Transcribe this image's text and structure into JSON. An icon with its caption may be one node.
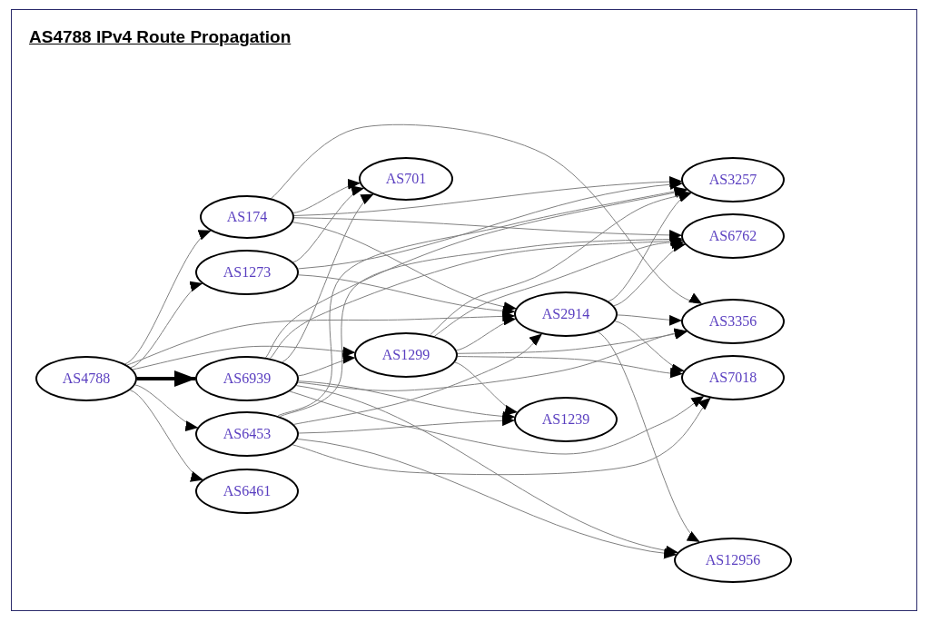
{
  "diagram": {
    "title": "AS4788 IPv4 Route Propagation",
    "nodes": [
      {
        "text": [
          "AS4788"
        ]
      },
      {
        "text": [
          "AS174"
        ]
      },
      {
        "text": [
          "AS1273"
        ]
      },
      {
        "text": [
          "AS701"
        ]
      },
      {
        "text": [
          "AS6939"
        ]
      },
      {
        "text": [
          "AS6453"
        ]
      },
      {
        "text": [
          "AS6461"
        ]
      },
      {
        "text": [
          "AS1299"
        ]
      },
      {
        "text": [
          "AS2914"
        ]
      },
      {
        "text": [
          "AS1239"
        ]
      },
      {
        "text": [
          "AS3257"
        ]
      },
      {
        "text": [
          "AS6762"
        ]
      },
      {
        "text": [
          "AS3356"
        ]
      },
      {
        "text": [
          "AS7018"
        ]
      },
      {
        "text": [
          "AS12956"
        ]
      }
    ],
    "edges": [
      {
        "from": 0,
        "to": 1,
        "arrow": "to"
      },
      {
        "from": 0,
        "to": 2,
        "arrow": "to"
      },
      {
        "from": 0,
        "to": 4,
        "arrow": "to",
        "style": "thick",
        "color": "#000000"
      },
      {
        "from": 0,
        "to": 5,
        "arrow": "to"
      },
      {
        "from": 0,
        "to": 6,
        "arrow": "to"
      },
      {
        "from": 0,
        "to": 7,
        "arrow": "to"
      },
      {
        "from": 0,
        "to": 8,
        "arrow": "to"
      },
      {
        "from": 1,
        "to": 3,
        "arrow": "to"
      },
      {
        "from": 1,
        "to": 10,
        "arrow": "to"
      },
      {
        "from": 1,
        "to": 11,
        "arrow": "to"
      },
      {
        "from": 1,
        "to": 8,
        "arrow": "to"
      },
      {
        "from": 1,
        "to": 12,
        "arrow": "to"
      },
      {
        "from": 2,
        "to": 3,
        "arrow": "to"
      },
      {
        "from": 2,
        "to": 8,
        "arrow": "to"
      },
      {
        "from": 2,
        "to": 10,
        "arrow": "to"
      },
      {
        "from": 4,
        "to": 3,
        "arrow": "to"
      },
      {
        "from": 4,
        "to": 7,
        "arrow": "to"
      },
      {
        "from": 4,
        "to": 10,
        "arrow": "to"
      },
      {
        "from": 4,
        "to": 11,
        "arrow": "to"
      },
      {
        "from": 4,
        "to": 9,
        "arrow": "to"
      },
      {
        "from": 4,
        "to": 12,
        "arrow": "to"
      },
      {
        "from": 4,
        "to": 13,
        "arrow": "to"
      },
      {
        "from": 4,
        "to": 14,
        "arrow": "to"
      },
      {
        "from": 5,
        "to": 8,
        "arrow": "to"
      },
      {
        "from": 5,
        "to": 9,
        "arrow": "to"
      },
      {
        "from": 5,
        "to": 10,
        "arrow": "to"
      },
      {
        "from": 5,
        "to": 11,
        "arrow": "to"
      },
      {
        "from": 5,
        "to": 13,
        "arrow": "to"
      },
      {
        "from": 5,
        "to": 14,
        "arrow": "to"
      },
      {
        "from": 7,
        "to": 8,
        "arrow": "to"
      },
      {
        "from": 7,
        "to": 12,
        "arrow": "to"
      },
      {
        "from": 7,
        "to": 13,
        "arrow": "to"
      },
      {
        "from": 7,
        "to": 9,
        "arrow": "to"
      },
      {
        "from": 7,
        "to": 10,
        "arrow": "to"
      },
      {
        "from": 7,
        "to": 11,
        "arrow": "to"
      },
      {
        "from": 8,
        "to": 10,
        "arrow": "to"
      },
      {
        "from": 8,
        "to": 11,
        "arrow": "to"
      },
      {
        "from": 8,
        "to": 12,
        "arrow": "to"
      },
      {
        "from": 8,
        "to": 13,
        "arrow": "to"
      },
      {
        "from": 8,
        "to": 14,
        "arrow": "to"
      }
    ]
  }
}
